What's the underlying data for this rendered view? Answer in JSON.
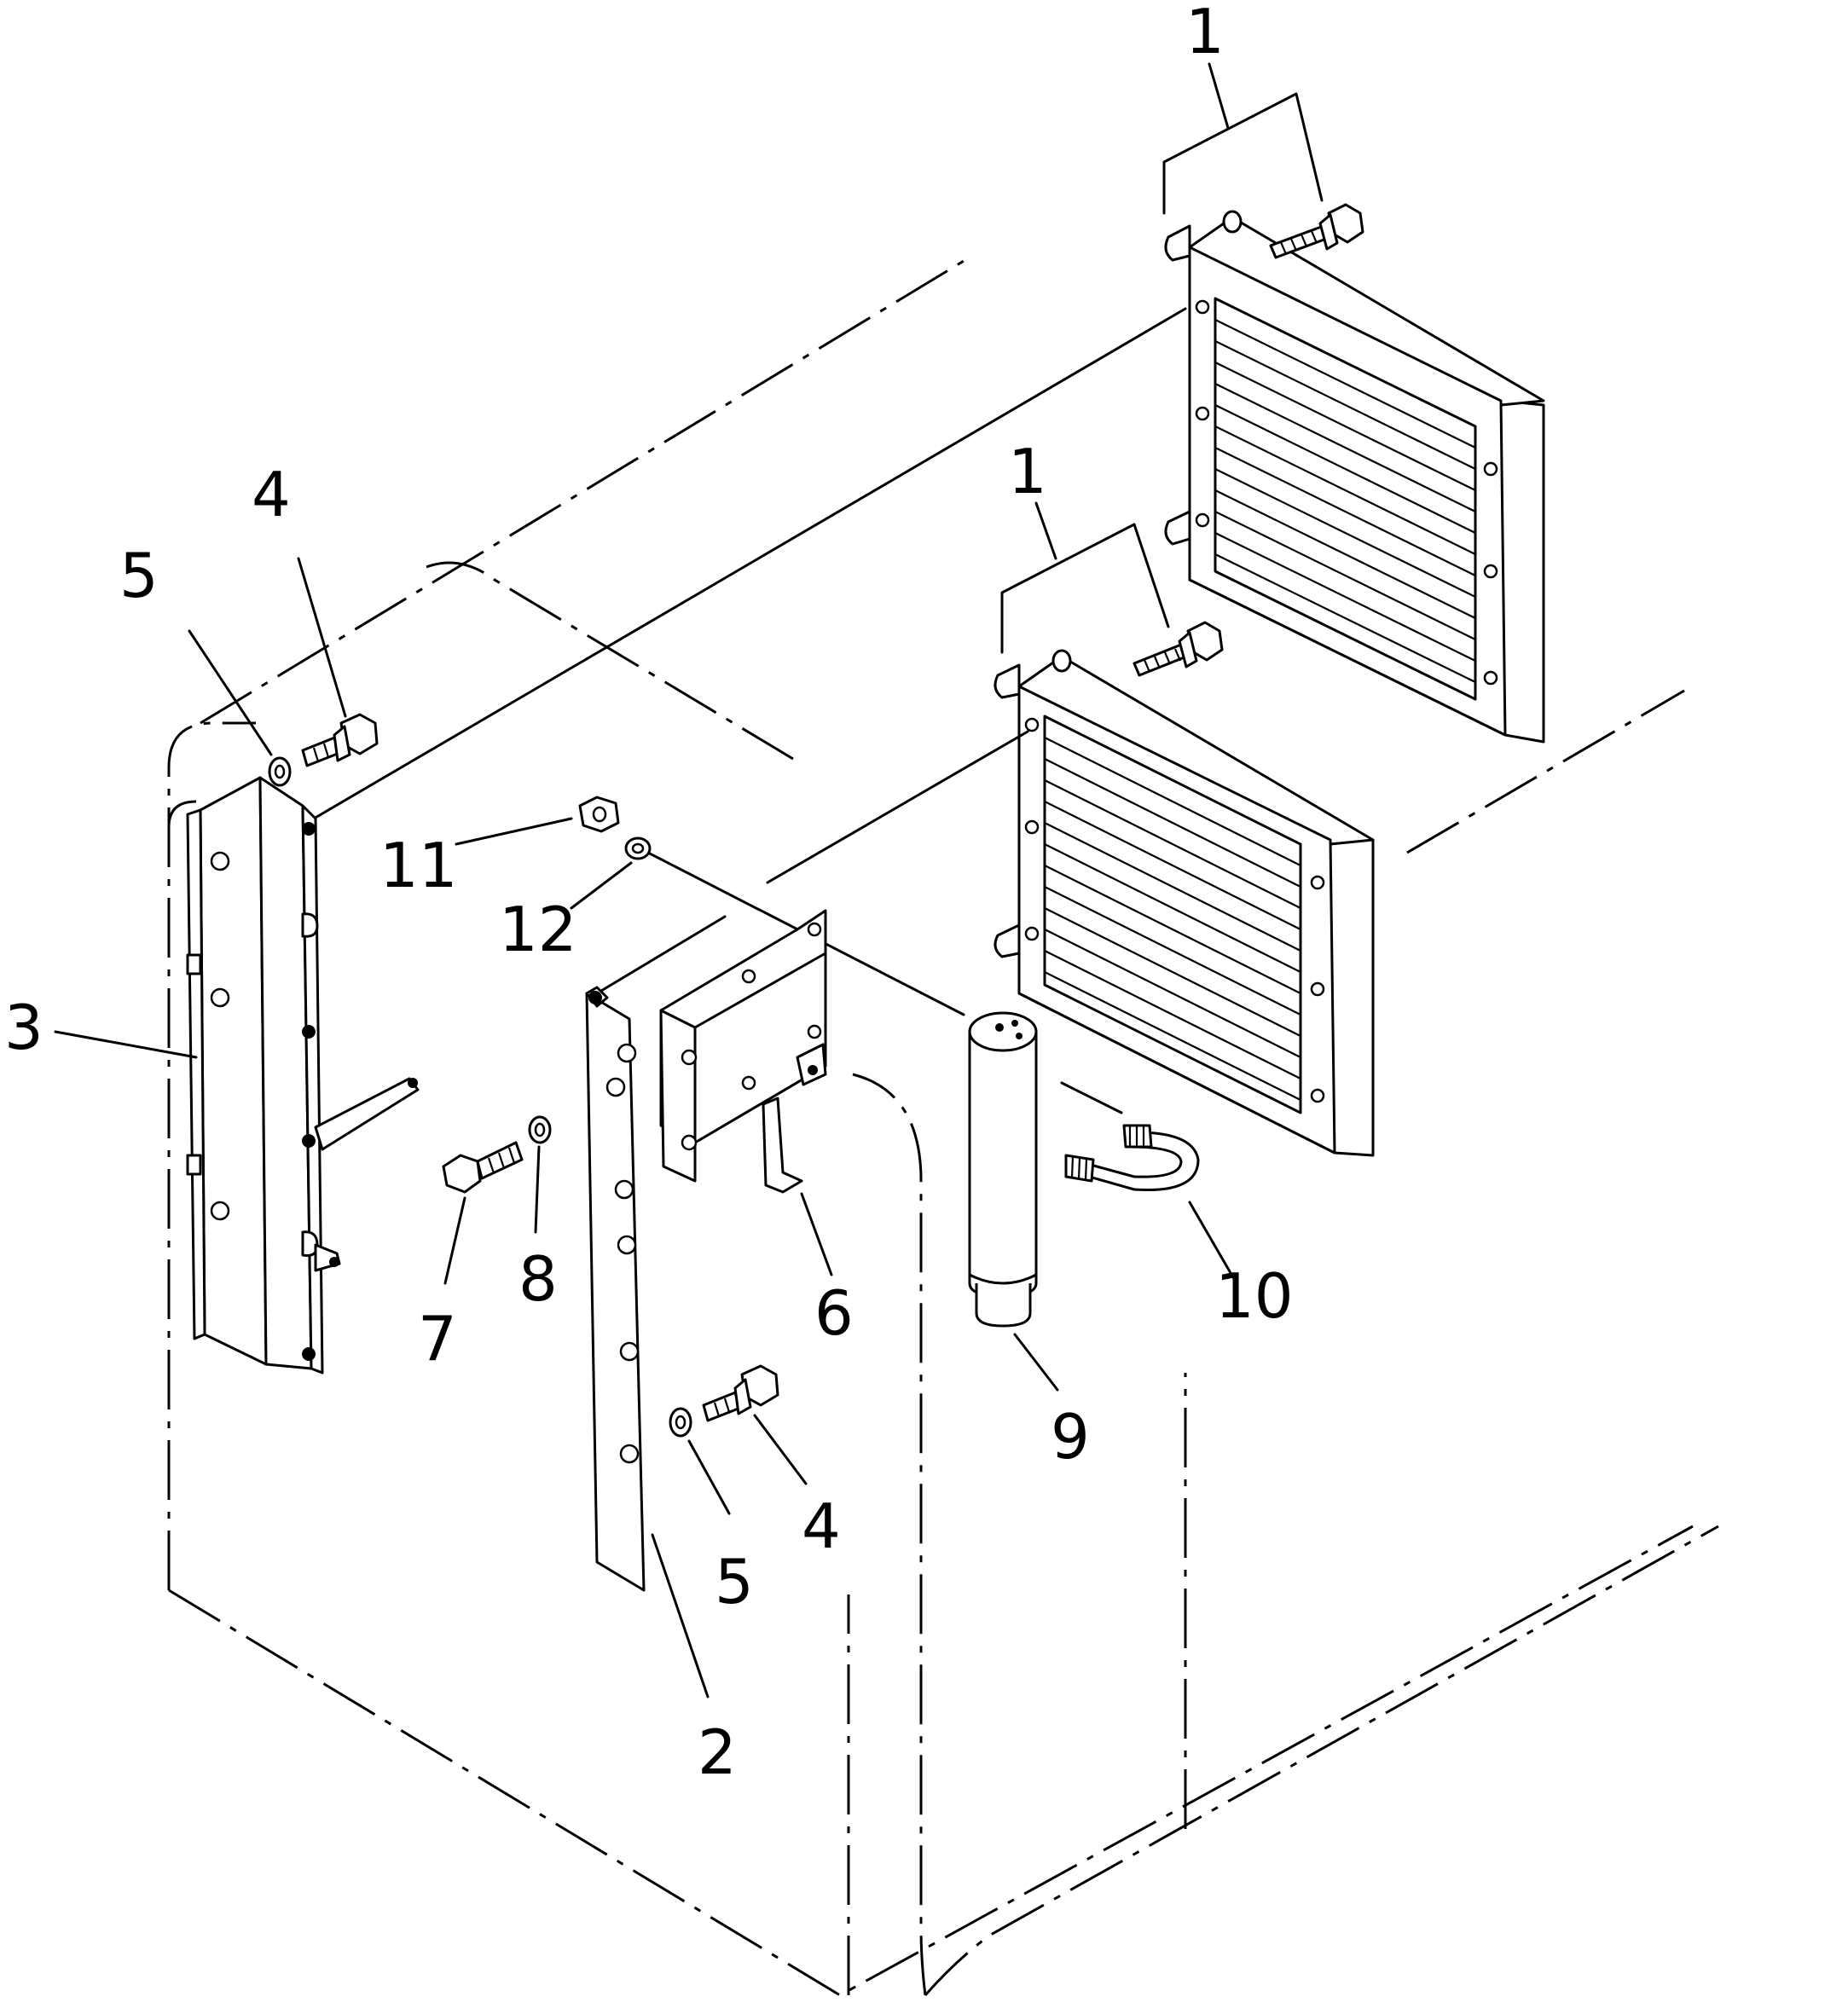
{
  "callouts": [
    {
      "id": "c1a",
      "text": "1"
    },
    {
      "id": "c1b",
      "text": "1"
    },
    {
      "id": "c2",
      "text": "2"
    },
    {
      "id": "c3",
      "text": "3"
    },
    {
      "id": "c4a",
      "text": "4"
    },
    {
      "id": "c4b",
      "text": "4"
    },
    {
      "id": "c5a",
      "text": "5"
    },
    {
      "id": "c5b",
      "text": "5"
    },
    {
      "id": "c6",
      "text": "6"
    },
    {
      "id": "c7",
      "text": "7"
    },
    {
      "id": "c8",
      "text": "8"
    },
    {
      "id": "c9",
      "text": "9"
    },
    {
      "id": "c10",
      "text": "10"
    },
    {
      "id": "c11",
      "text": "11"
    },
    {
      "id": "c12",
      "text": "12"
    }
  ]
}
